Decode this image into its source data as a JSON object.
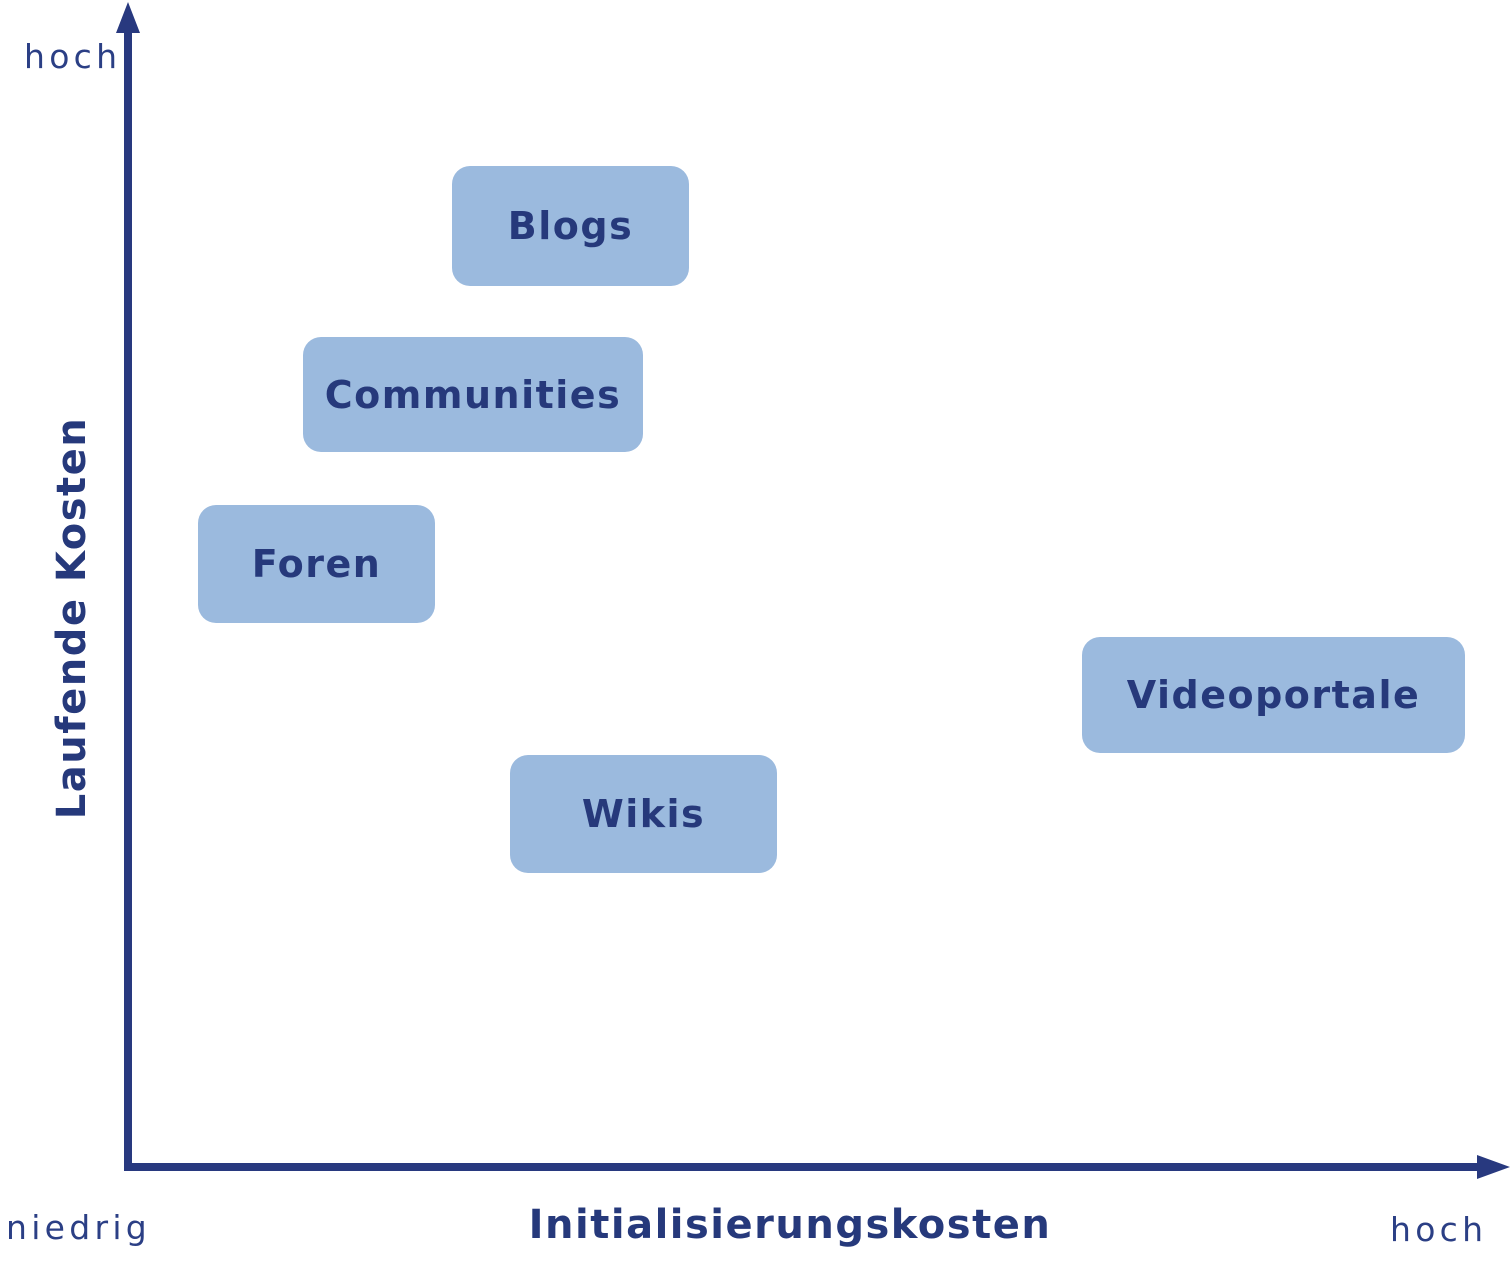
{
  "chart_data": {
    "type": "scatter",
    "title": "",
    "xlabel": "Initialisierungskosten",
    "ylabel": "Laufende Kosten",
    "x_axis": {
      "low_label": "niedrig",
      "high_label": "hoch",
      "range": [
        0,
        1
      ]
    },
    "y_axis": {
      "high_label": "hoch",
      "range": [
        0,
        1
      ]
    },
    "grid": false,
    "legend": "none",
    "items": [
      {
        "label": "Blogs",
        "init_cost": 0.32,
        "running_cost": 0.81
      },
      {
        "label": "Communities",
        "init_cost": 0.25,
        "running_cost": 0.66
      },
      {
        "label": "Foren",
        "init_cost": 0.14,
        "running_cost": 0.52
      },
      {
        "label": "Videoportale",
        "init_cost": 0.83,
        "running_cost": 0.4
      },
      {
        "label": "Wikis",
        "init_cost": 0.37,
        "running_cost": 0.3
      }
    ],
    "colors": {
      "box_fill": "#9bbade",
      "text": "#26397b",
      "axis": "#28397f"
    }
  }
}
